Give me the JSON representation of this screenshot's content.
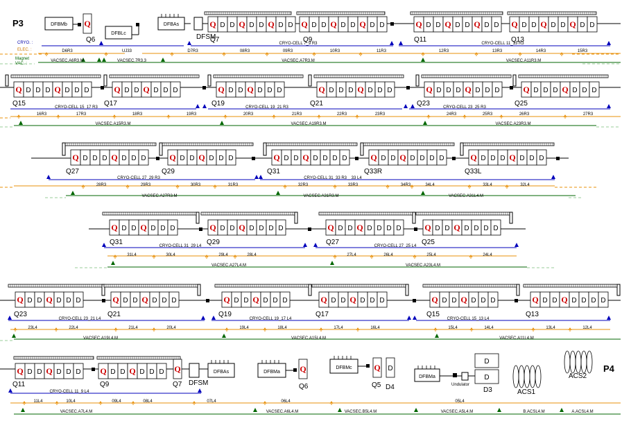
{
  "ends": {
    "left": "P3",
    "right": "P4"
  },
  "side_labels": [
    {
      "text": "CRYO. :",
      "color": "#0000aa"
    },
    {
      "text": "ELEC. :",
      "color": "#cc7700"
    },
    {
      "text": "Magnet",
      "color": "#006600"
    },
    {
      "text": "VAC. :",
      "color": "#006600"
    }
  ],
  "colors": {
    "cryo": "#0000bb",
    "elec": "#e8900a",
    "vac": "#006600",
    "q": "#cc0000",
    "dash": "#9c9"
  },
  "dfb": {
    "dfbmb": "DFBMb",
    "dfblc": "DFBLc",
    "dfba_top": "DFBAs",
    "dfbm_q6": "DFBMa",
    "dfbm_q5": "DFBMc",
    "dfbm_d3": "DFBMa",
    "dfba_bot": "DFBAs",
    "dfsm": "DFSM",
    "dfsm_bot": "DFSM",
    "undulator": "Undulator"
  },
  "rows": [
    {
      "quads": [
        "Q6",
        "Q7",
        "Q9",
        "Q11",
        "Q13"
      ],
      "cells": [
        "CRYO-CELL 7_9 R3",
        "CRYO-CELL 11_13 R3"
      ],
      "elec": [
        "D6R3",
        "UJ33",
        "D7R3",
        "08R3",
        "09R3",
        "10R3",
        "11R3",
        "12R3",
        "13R3",
        "14R3",
        "15R3"
      ],
      "vac": [
        "VACSEC.A6R3.M",
        "VACSEC.7R3.3",
        "VACSEC.A7R3.M",
        "VACSEC.A11R3.M"
      ]
    },
    {
      "quads": [
        "Q15",
        "Q17",
        "Q19",
        "Q21",
        "Q23",
        "Q25"
      ],
      "cells": [
        "CRYO-CELL 15_17 R3",
        "CRYO-CELL 19_21 R3",
        "CRYO-CELL 23_25 R3"
      ],
      "elec": [
        "16R3",
        "17R3",
        "18R3",
        "19R3",
        "20R3",
        "21R3",
        "22R3",
        "23R3",
        "24R3",
        "25R3",
        "26R3",
        "27R3"
      ],
      "vac": [
        "VACSEC.A15R3.M",
        "VACSEC.A19R3.M",
        "VACSEC.A23R3.M"
      ]
    },
    {
      "quads": [
        "Q27",
        "Q29",
        "Q31",
        "Q33R",
        "Q33L"
      ],
      "cells": [
        "CRYO-CELL 27_29 R3",
        "CRYO-CELL 31_33 R3 _ 33 L4"
      ],
      "elec": [
        "28R3",
        "29R3",
        "30R3",
        "31R3",
        "32R3",
        "33R3",
        "34R3",
        "34L4",
        "33L4",
        "32L4"
      ],
      "vac": [
        "VACSEC.A27R3.M",
        "VACSEC.A31R3.M",
        "VACSEC.A31L4.M"
      ]
    },
    {
      "quads": [
        "Q31",
        "Q29",
        "Q27",
        "Q25"
      ],
      "cells": [
        "CRYO-CELL 31_29 L4",
        "CRYO-CELL 27_25 L4"
      ],
      "elec": [
        "31L4",
        "30L4",
        "29L4",
        "28L4",
        "27L4",
        "26L4",
        "25L4",
        "24L4"
      ],
      "vac": [
        "VACSEC.A27L4.M",
        "VACSEC.A23L4.M"
      ]
    },
    {
      "quads": [
        "Q23",
        "Q21",
        "Q19",
        "Q17",
        "Q15",
        "Q13"
      ],
      "cells": [
        "CRYO-CELL 23_21 L4",
        "CRYO-CELL 19_17 L4",
        "CRYO-CELL 15_13 L4"
      ],
      "elec": [
        "23L4",
        "22L4",
        "21L4",
        "20L4",
        "19L4",
        "18L4",
        "17L4",
        "16L4",
        "15L4",
        "14L4",
        "13L4",
        "12L4"
      ],
      "vac": [
        "VACSEC.A19L4.M",
        "VACSEC.A15L4.M",
        "VACSEC.A11L4.M"
      ]
    },
    {
      "quads": [
        "Q11",
        "Q9",
        "Q7",
        "Q6",
        "Q5",
        "D4",
        "D3"
      ],
      "cells": [
        "CRYO-CELL 11_9 L4"
      ],
      "elec": [
        "11L4",
        "10L4",
        "09L4",
        "08L4",
        "07L4",
        "06L4",
        "05L4"
      ],
      "vac": [
        "VACSEC.A7L4.M",
        "VACSEC.A6L4.M",
        "VACSEC.B5L4.M",
        "VACSEC.A5L4.M",
        "B.ACSL4.M",
        "A.ACSL4.M"
      ],
      "acs": [
        "ACS1",
        "ACS2"
      ]
    }
  ],
  "magnet": {
    "q": "Q",
    "d": "D"
  }
}
